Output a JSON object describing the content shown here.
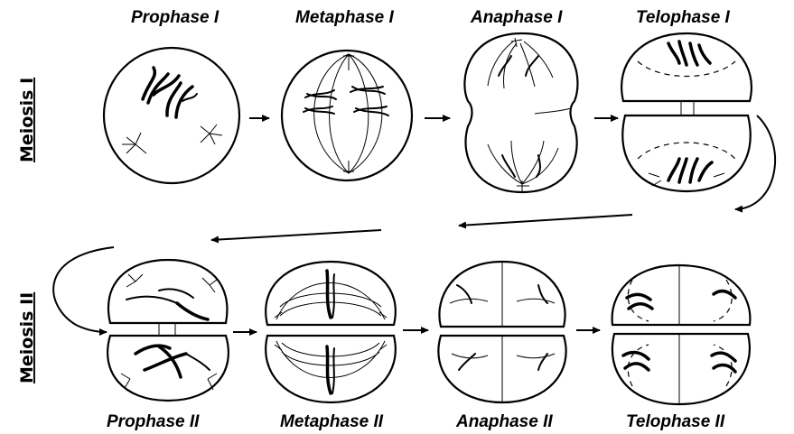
{
  "rows": [
    {
      "label": "Meiosis I"
    },
    {
      "label": "Meiosis II"
    }
  ],
  "stages": {
    "prophase_1": "Prophase I",
    "metaphase_1": "Metaphase I",
    "anaphase_1": "Anaphase I",
    "telophase_1": "Telophase I",
    "prophase_2": "Prophase II",
    "metaphase_2": "Metaphase II",
    "anaphase_2": "Anaphase II",
    "telophase_2": "Telophase II"
  }
}
